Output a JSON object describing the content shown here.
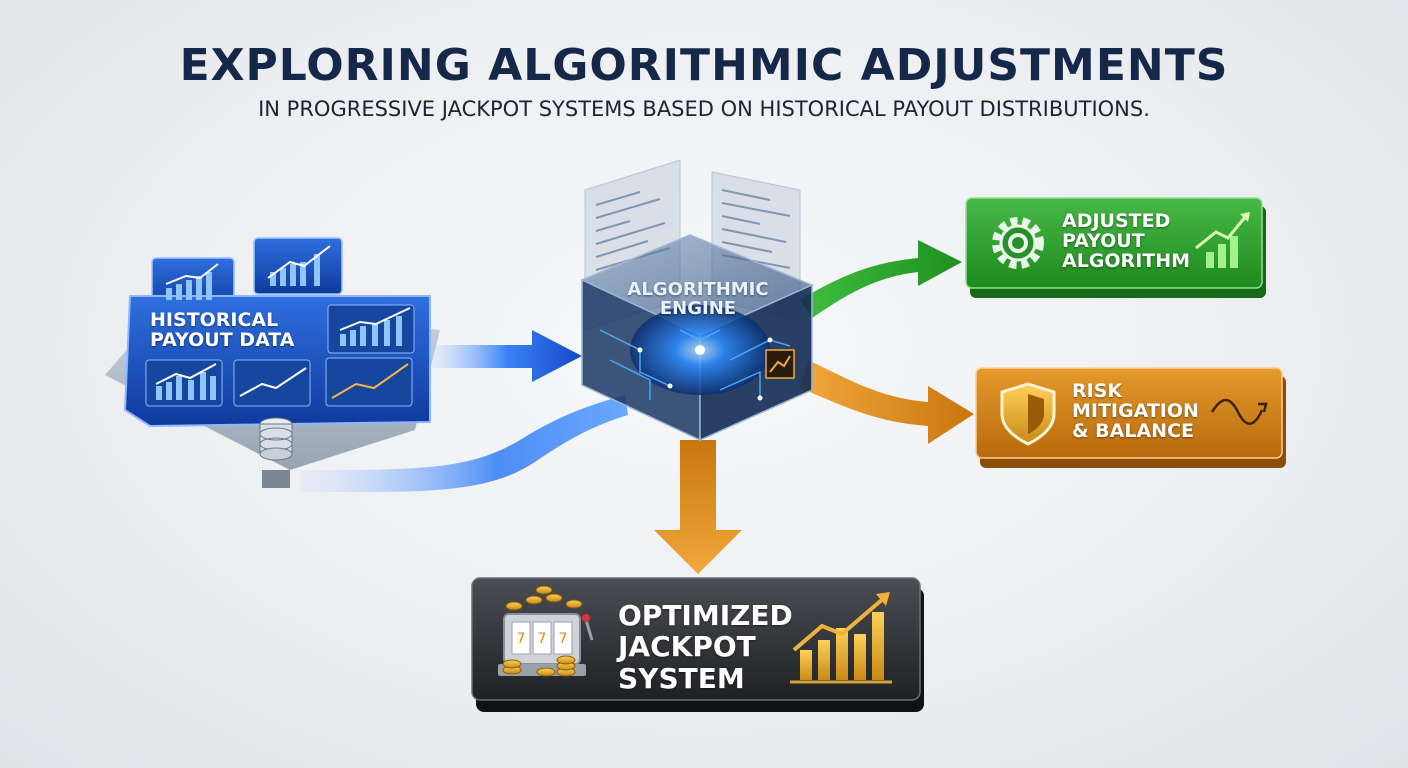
{
  "header": {
    "title": "EXPLORING ALGORITHMIC ADJUSTMENTS",
    "subtitle": "IN PROGRESSIVE JACKPOT SYSTEMS BASED ON HISTORICAL PAYOUT DISTRIBUTIONS."
  },
  "nodes": {
    "historical": {
      "line1": "HISTORICAL",
      "line2": "PAYOUT DATA"
    },
    "engine": {
      "line1": "ALGORITHMIC",
      "line2": "ENGINE"
    },
    "adjusted": {
      "line1": "ADJUSTED",
      "line2": "PAYOUT",
      "line3": "ALGORITHM"
    },
    "risk": {
      "line1": "RISK",
      "line2": "MITIGATION",
      "line3": "& BALANCE"
    },
    "optimized": {
      "line1": "OPTIMIZED",
      "line2": "JACKPOT",
      "line3": "SYSTEM"
    }
  },
  "colors": {
    "title": "#16284a",
    "blue": "#1d5fd6",
    "green": "#2f9d2f",
    "orange": "#d98a1c",
    "dark": "#2a2d31"
  },
  "icons": [
    "database-icon",
    "bar-chart-icon",
    "gear-icon",
    "shield-icon",
    "wave-icon",
    "slot-machine-icon",
    "coin-stack-icon",
    "growth-chart-icon"
  ]
}
